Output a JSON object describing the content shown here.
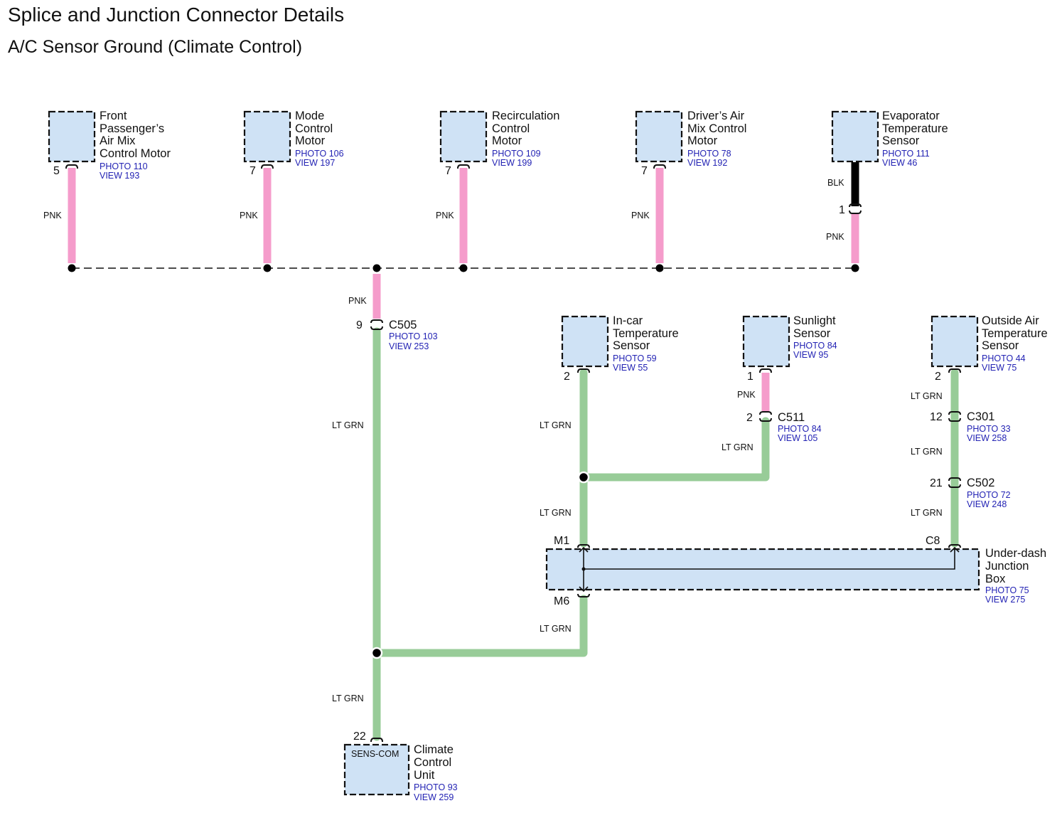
{
  "header": {
    "title": "Splice and Junction Connector Details",
    "subtitle": "A/C Sensor Ground (Climate Control)"
  },
  "colors": {
    "pink_wire": "#f59ccb",
    "light_green_wire": "#98cc98",
    "black_wire": "#000000",
    "component_fill": "#cfe2f5",
    "reference_text": "#2323b4"
  },
  "components": {
    "front_passenger": {
      "name": [
        "Front",
        "Passenger’s",
        "Air Mix",
        "Control Motor"
      ],
      "photo": "PHOTO 110",
      "view": "VIEW 193",
      "pin": "5"
    },
    "mode": {
      "name": [
        "Mode",
        "Control",
        "Motor"
      ],
      "photo": "PHOTO 106",
      "view": "VIEW 197",
      "pin": "7"
    },
    "recirculation": {
      "name": [
        "Recirculation",
        "Control",
        "Motor"
      ],
      "photo": "PHOTO 109",
      "view": "VIEW 199",
      "pin": "7"
    },
    "drivers_air_mix": {
      "name": [
        "Driver’s Air",
        "Mix Control",
        "Motor"
      ],
      "photo": "PHOTO 78",
      "view": "VIEW 192",
      "pin": "7"
    },
    "evaporator": {
      "name": [
        "Evaporator",
        "Temperature",
        "Sensor"
      ],
      "photo": "PHOTO 111",
      "view": "VIEW 46",
      "pin": "1"
    },
    "in_car": {
      "name": [
        "In-car",
        "Temperature",
        "Sensor"
      ],
      "photo": "PHOTO 59",
      "view": "VIEW 55",
      "pin": "2"
    },
    "sunlight": {
      "name": [
        "Sunlight",
        "Sensor"
      ],
      "photo": "PHOTO 84",
      "view": "VIEW 95",
      "pin": "1"
    },
    "outside_air": {
      "name": [
        "Outside Air",
        "Temperature",
        "Sensor"
      ],
      "photo": "PHOTO 44",
      "view": "VIEW 75",
      "pin": "2"
    },
    "junction_box": {
      "name": [
        "Under-dash",
        "Junction",
        "Box"
      ],
      "photo": "PHOTO 75",
      "view": "VIEW 275",
      "pin_top_left": "M1",
      "pin_bottom_left": "M6",
      "pin_top_right": "C8"
    },
    "climate_control_unit": {
      "name": [
        "Climate",
        "Control",
        "Unit"
      ],
      "photo": "PHOTO 93",
      "view": "VIEW 259",
      "pin": "22",
      "terminal": "SENS-COM"
    }
  },
  "connectors": {
    "c505": {
      "name": "C505",
      "photo": "PHOTO 103",
      "view": "VIEW 253",
      "pin": "9"
    },
    "c511": {
      "name": "C511",
      "photo": "PHOTO 84",
      "view": "VIEW 105",
      "pin": "2"
    },
    "c301": {
      "name": "C301",
      "photo": "PHOTO 33",
      "view": "VIEW 258",
      "pin": "12"
    },
    "c502": {
      "name": "C502",
      "photo": "PHOTO 72",
      "view": "VIEW 248",
      "pin": "21"
    }
  },
  "wire_colors": {
    "pnk": "PNK",
    "blk": "BLK",
    "lt_grn": "LT GRN"
  }
}
